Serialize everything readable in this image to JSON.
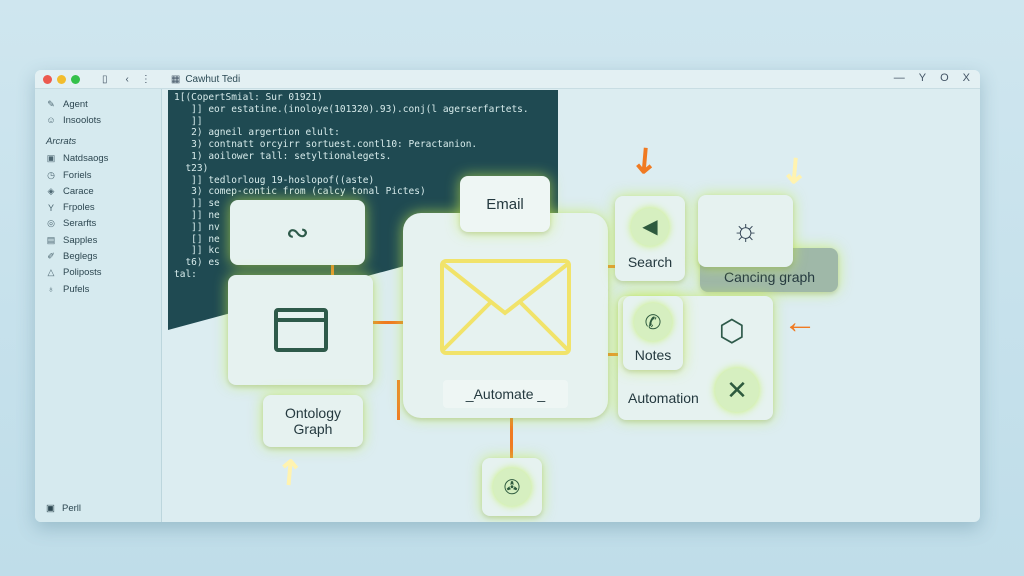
{
  "window": {
    "title": "Cawhut Tedi",
    "controls": [
      "—",
      "Y",
      "O",
      "X"
    ]
  },
  "sidebar": {
    "top": [
      {
        "icon": "pencil",
        "label": "Agent"
      },
      {
        "icon": "face",
        "label": "Insoolots"
      }
    ],
    "section": "Arcrats",
    "items": [
      {
        "icon": "folder",
        "label": "Natdsaogs"
      },
      {
        "icon": "clock",
        "label": "Foriels"
      },
      {
        "icon": "tag",
        "label": "Carace"
      },
      {
        "icon": "filter",
        "label": "Frpoles"
      },
      {
        "icon": "target",
        "label": "Serarfts"
      },
      {
        "icon": "calendar",
        "label": "Sapples"
      },
      {
        "icon": "brush",
        "label": "Beglegs"
      },
      {
        "icon": "bell",
        "label": "Poliposts"
      },
      {
        "icon": "pin",
        "label": "Pufels"
      }
    ],
    "footer": "Perll"
  },
  "code": [
    "1[(CopertSmial: Sur 01921)",
    "   ]] eor estatine.(inoloye(101320).93).conj(l agerserfartets.",
    "   ]]",
    "   2) agneil argertion elult:",
    "   3) contnatt orcyirr sortuest.contl10: Peractanion.",
    "   1) aoilower tall: setyltionalegets.",
    "  t23)",
    "   ]] tedlorloug 19-hoslopof((aste)",
    "   3) comep-contic from (calcy tonal Pictes)",
    "   ]] se",
    "   ]] ne",
    "   ]] nv",
    "   [] ne",
    "   ]] kc",
    "  t6) es",
    "tal:"
  ],
  "nodes": {
    "email": "Email",
    "automate": "_Automate _",
    "ontology": "Ontology Graph",
    "search": "Search",
    "notes": "Notes",
    "cancing": "Cancing graph",
    "automation": "Automation"
  }
}
